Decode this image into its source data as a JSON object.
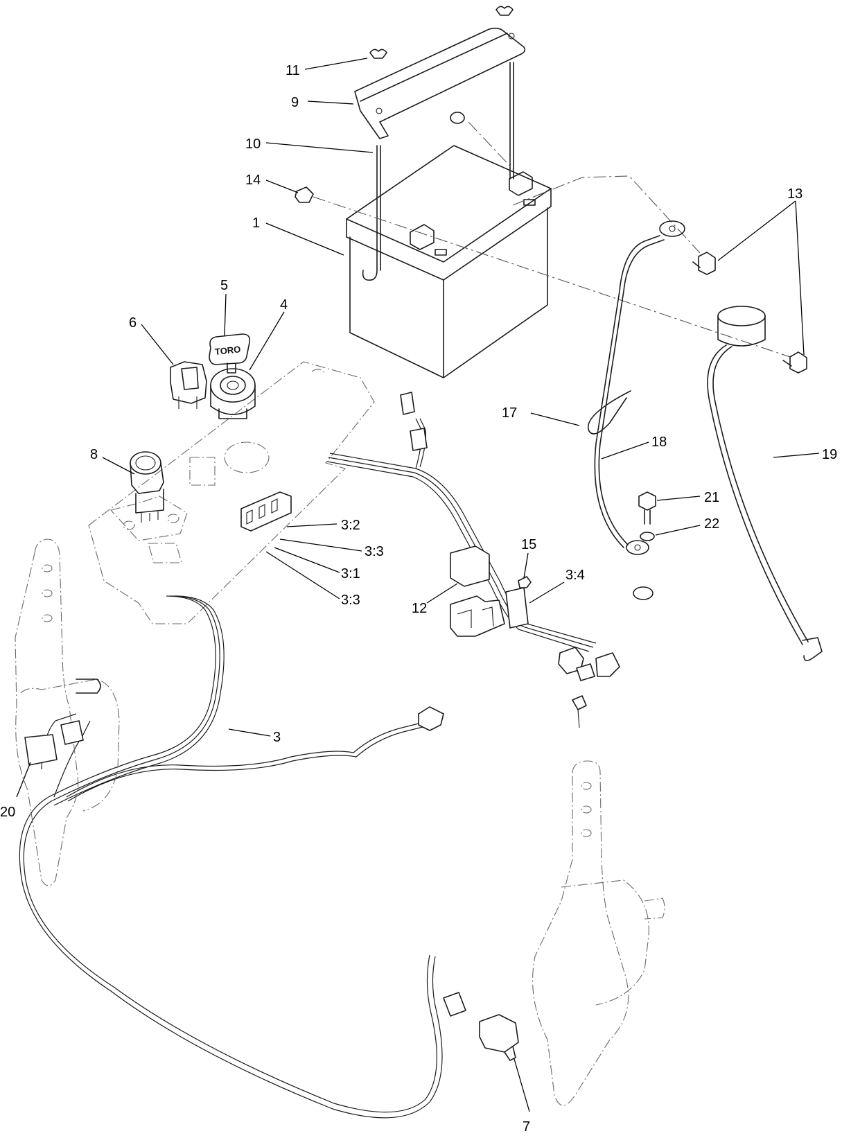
{
  "diagram": {
    "callouts": {
      "c1": "1",
      "c3": "3",
      "c3_1": "3:1",
      "c3_2": "3:2",
      "c3_3a": "3:3",
      "c3_3b": "3:3",
      "c3_4": "3:4",
      "c4": "4",
      "c5": "5",
      "c6": "6",
      "c7": "7",
      "c8": "8",
      "c9": "9",
      "c10": "10",
      "c11": "11",
      "c12": "12",
      "c13": "13",
      "c14": "14",
      "c15": "15",
      "c17": "17",
      "c18": "18",
      "c19": "19",
      "c20": "20",
      "c21": "21",
      "c22": "22"
    },
    "key_logo_text": "TORO"
  }
}
